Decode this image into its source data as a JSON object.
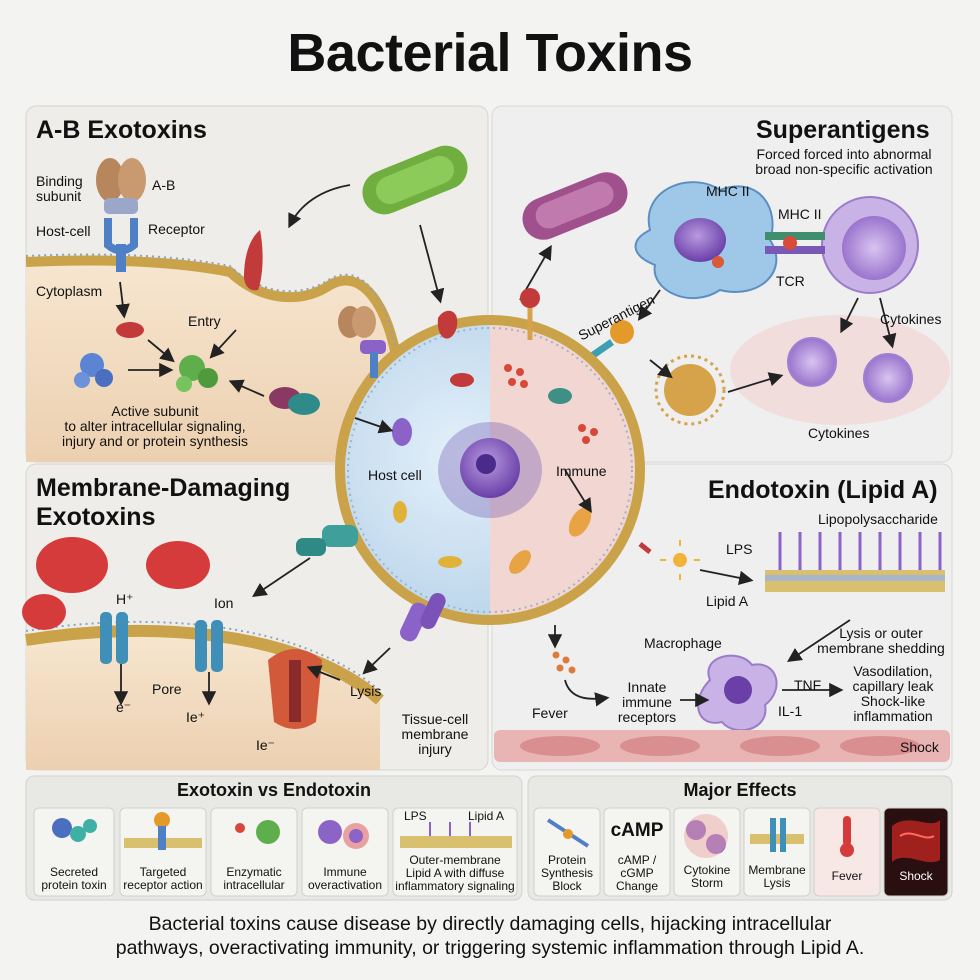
{
  "title": "Bacterial Toxins",
  "ab": {
    "heading": "A-B Exotoxins",
    "binding_subunit": "Binding\nsubunit",
    "ab_label": "A-B",
    "host_cell": "Host-cell",
    "receptor": "Receptor",
    "cytoplasm": "Cytoplasm",
    "entry": "Entry",
    "active_subunit": "Active subunit\nto alter intracellular signaling,\ninjury and or protein synthesis"
  },
  "super": {
    "heading": "Superantigens",
    "subtitle": "Forced forced into abnormal\nbroad non-specific activation",
    "mhc1": "MHC II",
    "mhc2": "MHC II",
    "tcr": "TCR",
    "superantigen": "Superantigen",
    "cytokines1": "Cytokines",
    "cytokines2": "Cytokines"
  },
  "center": {
    "host_cell": "Host cell",
    "immune": "Immune"
  },
  "membrane": {
    "heading": "Membrane-Damaging\nExotoxins",
    "h": "H⁺",
    "ion": "Ion",
    "pore": "Pore",
    "e": "e⁻",
    "ie_plus": "Ie⁺",
    "ie_minus": "Ie⁻",
    "lysis": "Lysis",
    "tissue": "Tissue-cell\nmembrane\ninjury"
  },
  "endo": {
    "heading": "Endotoxin (Lipid A)",
    "lps_long": "Lipopolysaccharide",
    "lps": "LPS",
    "lipid_a": "Lipid A",
    "lysis": "Lysis or outer\nmembrane shedding",
    "macrophage": "Macrophage",
    "vaso": "Vasodilation,\ncapillary leak\nShock-like\ninflammation",
    "tnf": "TNF",
    "il1": "IL-1",
    "innate": "Innate\nimmune\nreceptors",
    "fever": "Fever",
    "shock": "Shock"
  },
  "compare": {
    "heading": "Exotoxin vs Endotoxin",
    "items": [
      "Secreted\nprotein toxin",
      "Targeted\nreceptor action",
      "Enzymatic\nintracellular",
      "Immune\noveractivation",
      "Outer-membrane\nLipid A with diffuse\ninflammatory signaling"
    ],
    "lps": "LPS",
    "lipid_a": "Lipid A"
  },
  "effects": {
    "heading": "Major Effects",
    "camp_big": "cAMP",
    "items": [
      "Protein\nSynthesis\nBlock",
      "cAMP /\ncGMP\nChange",
      "Cytokine\nStorm",
      "Membrane\nLysis",
      "Fever",
      "Shock"
    ]
  },
  "caption": "Bacterial toxins cause disease by directly damaging cells, hijacking intracellular\npathways, overactivating immunity, or triggering systemic inflammation through Lipid A.",
  "colors": {
    "membrane": "#c9a24a",
    "cytoplasm": "#f4e0c8",
    "host_cell": "#cfe3f2",
    "immune_cell": "#f2d3d3",
    "nucleus": "#8a5ec2",
    "toxin_a": "#c23a3a",
    "receptor": "#4f7fc4",
    "bacterium_green": "#6fae3f",
    "bacterium_purple": "#a0508c",
    "rbc": "#d63b3b"
  }
}
